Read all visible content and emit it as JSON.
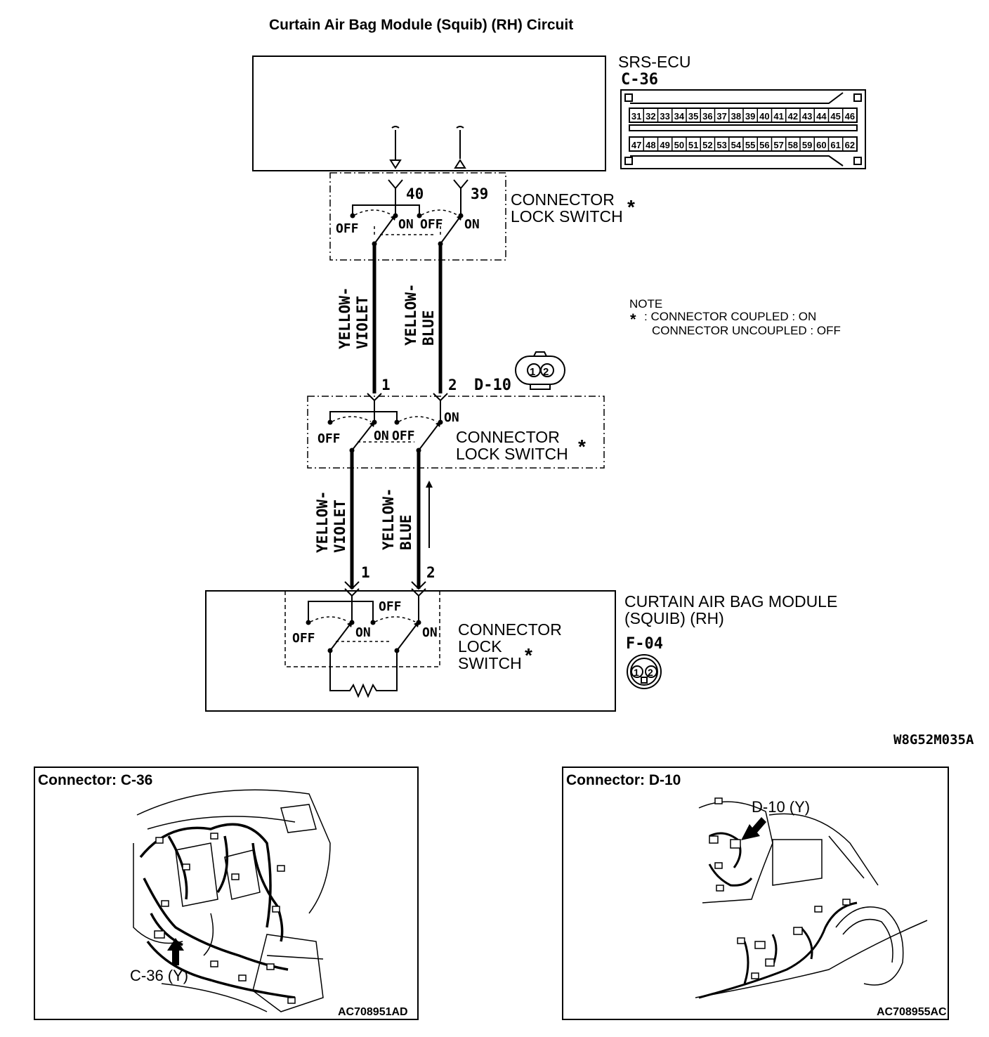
{
  "title": "Curtain Air Bag Module (Squib) (RH) Circuit",
  "ecu": {
    "name": "SRS-ECU",
    "connector": "C-36",
    "pins_top": [
      "31",
      "32",
      "33",
      "34",
      "35",
      "36",
      "37",
      "38",
      "39",
      "40",
      "41",
      "42",
      "43",
      "44",
      "45",
      "46"
    ],
    "pins_bottom": [
      "47",
      "48",
      "49",
      "50",
      "51",
      "52",
      "53",
      "54",
      "55",
      "56",
      "57",
      "58",
      "59",
      "60",
      "61",
      "62"
    ],
    "terminal_left": "40",
    "terminal_right": "39"
  },
  "lock_switch": {
    "line1": "CONNECTOR",
    "line2": "LOCK SWITCH",
    "line_lock": "LOCK",
    "line_switch": "SWITCH",
    "mark": "*",
    "off": "OFF",
    "on": "ON"
  },
  "wires": {
    "left_line1": "YELLOW-",
    "left_line2": "VIOLET",
    "right_line1": "YELLOW-",
    "right_line2": "BLUE"
  },
  "note": {
    "heading": "NOTE",
    "mark": "*",
    "line1": ": CONNECTOR COUPLED : ON",
    "line2": "CONNECTOR UNCOUPLED : OFF"
  },
  "d10": {
    "label": "D-10",
    "pin1": "1",
    "pin2": "2"
  },
  "module": {
    "name_line1": "CURTAIN AIR BAG MODULE",
    "name_line2": "(SQUIB) (RH)",
    "connector": "F-04",
    "pin1": "1",
    "pin2": "2"
  },
  "figure_code": "W8G52M035A",
  "panels": [
    {
      "title": "Connector: C-36",
      "callout": "C-36 (Y)",
      "code": "AC708951AD"
    },
    {
      "title": "Connector: D-10",
      "callout": "D-10 (Y)",
      "code": "AC708955AC"
    }
  ]
}
